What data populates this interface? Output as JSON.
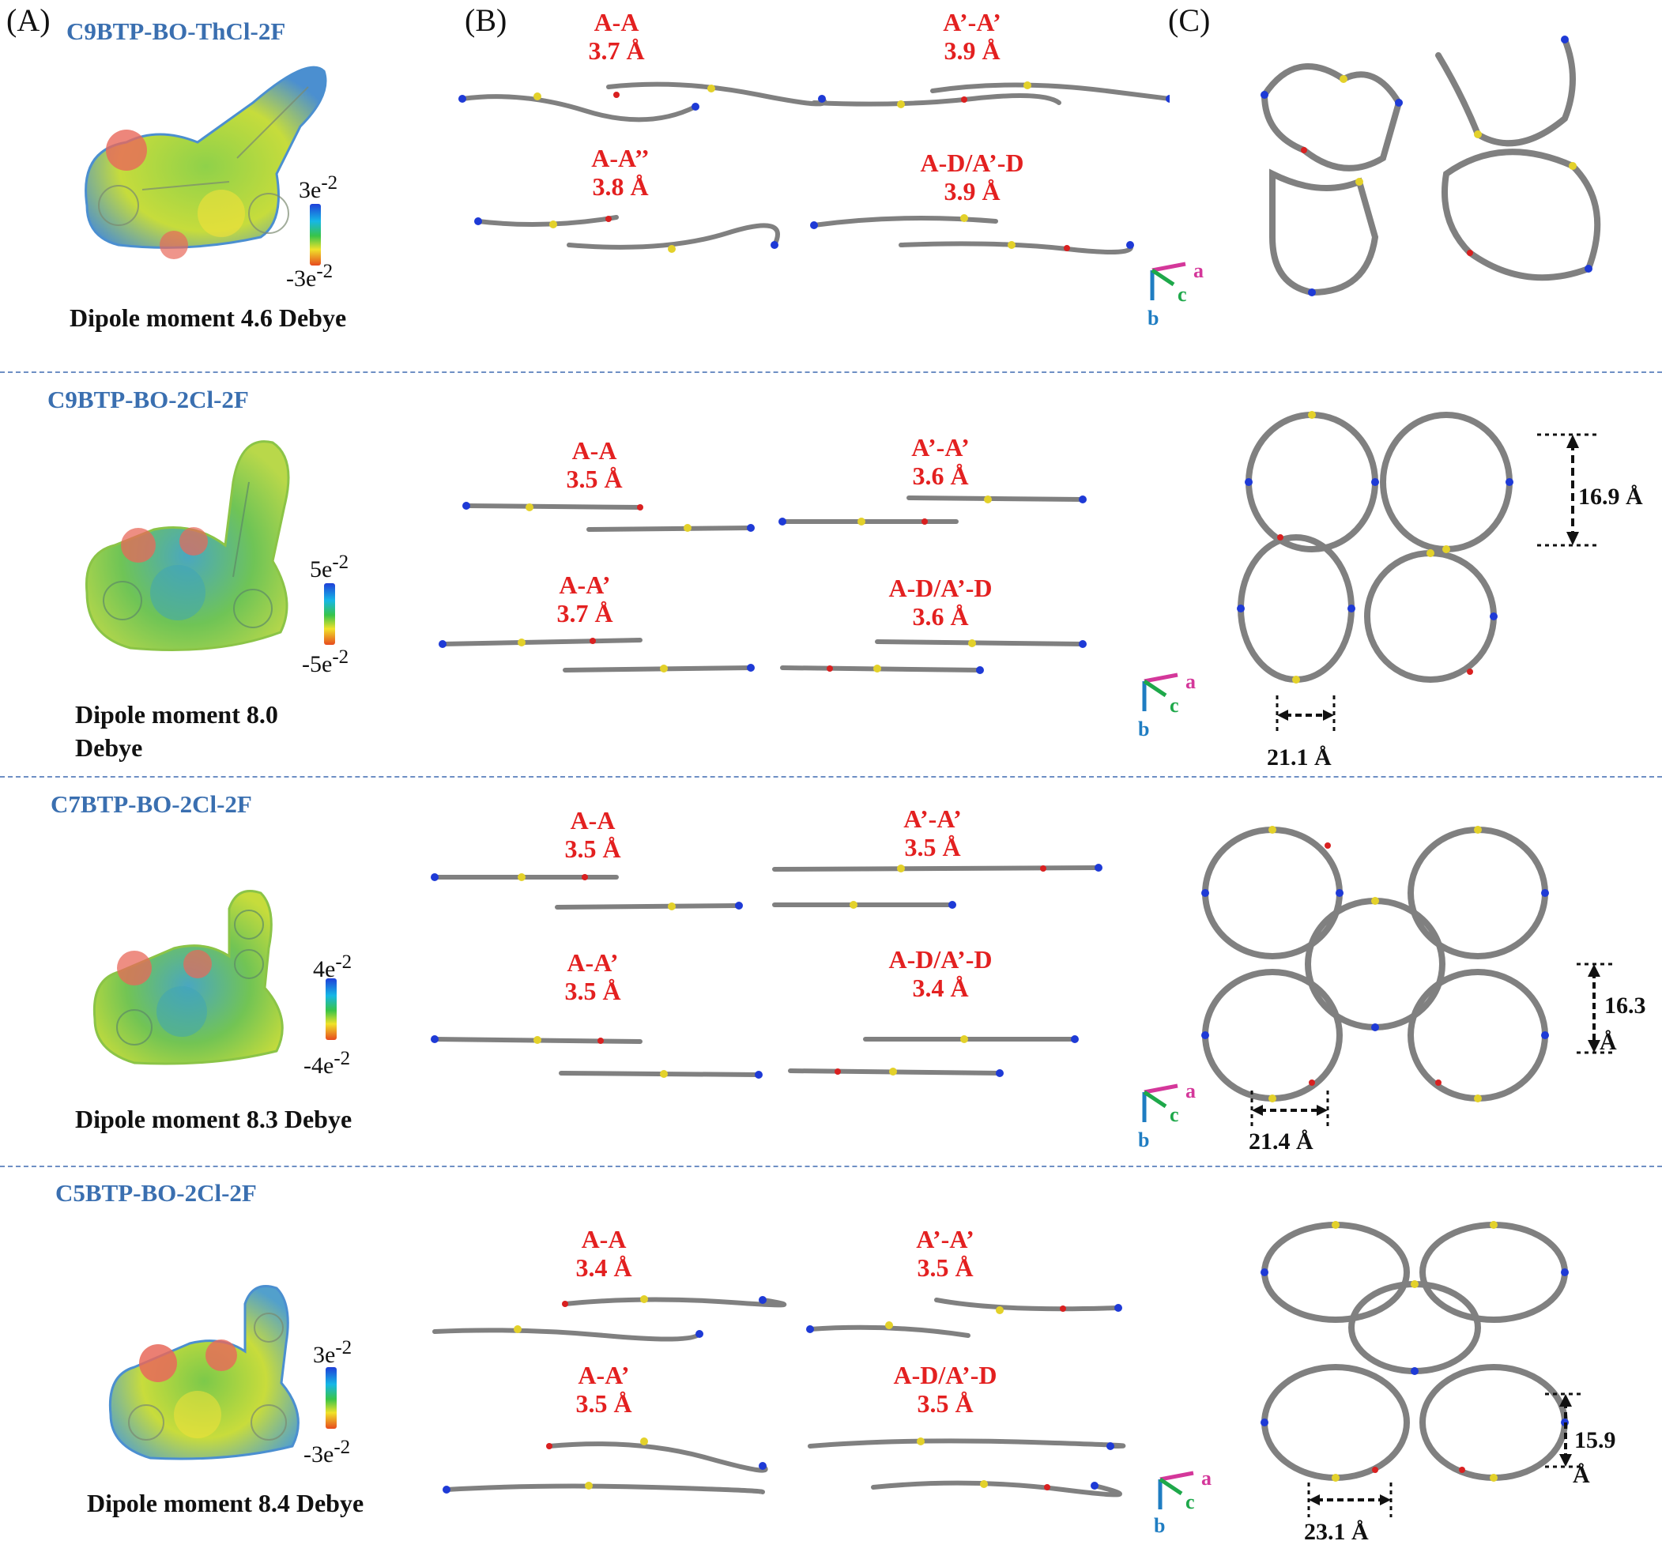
{
  "panels": {
    "a": "(A)",
    "b": "(B)",
    "c": "(C)"
  },
  "axes": {
    "a": "a",
    "b": "b",
    "c": "c"
  },
  "colors": {
    "pair_label": "#e32020",
    "molecule_name": "#3a6fb0",
    "separator": "#6e8fc4"
  },
  "rows": [
    {
      "name": "C9BTP-BO-ThCl-2F",
      "dipole": "Dipole moment 4.6 Debye",
      "scale_max": "3e",
      "scale_min": "-3e",
      "scale_exp": "-2",
      "pairs": [
        {
          "label": "A-A",
          "dist": "3.7 Å"
        },
        {
          "label": "A’-A’",
          "dist": "3.9 Å"
        },
        {
          "label": "A-A’’",
          "dist": "3.8 Å"
        },
        {
          "label": "A-D/A’-D",
          "dist": "3.9 Å"
        }
      ]
    },
    {
      "name": "C9BTP-BO-2Cl-2F",
      "dipole_line1": "Dipole moment 8.0",
      "dipole_line2": "Debye",
      "scale_max": "5e",
      "scale_min": "-5e",
      "scale_exp": "-2",
      "pairs": [
        {
          "label": "A-A",
          "dist": "3.5 Å"
        },
        {
          "label": "A’-A’",
          "dist": "3.6 Å"
        },
        {
          "label": "A-A’",
          "dist": "3.7 Å"
        },
        {
          "label": "A-D/A’-D",
          "dist": "3.6 Å"
        }
      ],
      "dim_vertical": "16.9 Å",
      "dim_horizontal": "21.1 Å"
    },
    {
      "name": "C7BTP-BO-2Cl-2F",
      "dipole": "Dipole moment 8.3 Debye",
      "scale_max": "4e",
      "scale_min": "-4e",
      "scale_exp": "-2",
      "pairs": [
        {
          "label": "A-A",
          "dist": "3.5 Å"
        },
        {
          "label": "A’-A’",
          "dist": "3.5 Å"
        },
        {
          "label": "A-A’",
          "dist": "3.5 Å"
        },
        {
          "label": "A-D/A’-D",
          "dist": "3.4 Å"
        }
      ],
      "dim_vertical_num": "16.3",
      "dim_vertical_unit": "Å",
      "dim_horizontal": "21.4 Å"
    },
    {
      "name": "C5BTP-BO-2Cl-2F",
      "dipole": "Dipole moment 8.4 Debye",
      "scale_max": "3e",
      "scale_min": "-3e",
      "scale_exp": "-2",
      "pairs": [
        {
          "label": "A-A",
          "dist": "3.4 Å"
        },
        {
          "label": "A’-A’",
          "dist": "3.5 Å"
        },
        {
          "label": "A-A’",
          "dist": "3.5 Å"
        },
        {
          "label": "A-D/A’-D",
          "dist": "3.5 Å"
        }
      ],
      "dim_vertical_num": "15.9",
      "dim_vertical_unit": "Å",
      "dim_horizontal": "23.1 Å"
    }
  ]
}
